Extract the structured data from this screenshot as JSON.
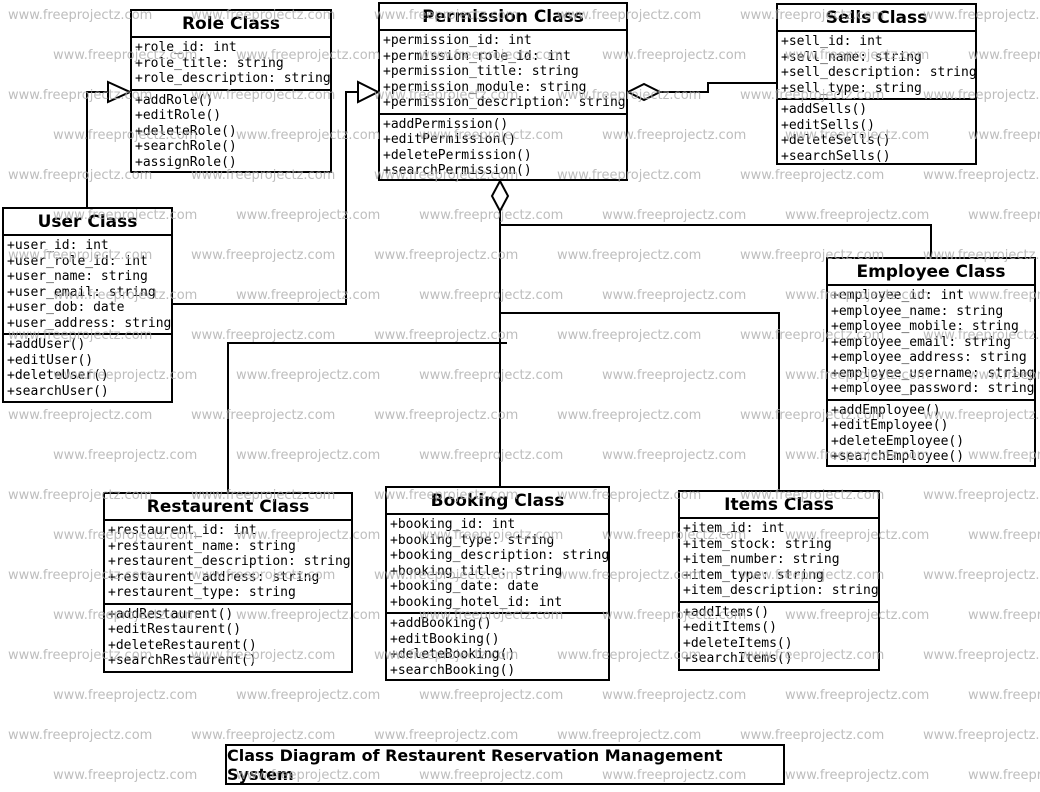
{
  "diagram_title": "Class Diagram of Restaurent Reservation Management System",
  "watermark": {
    "text": "www.freeprojectz.com",
    "color": "#adadad"
  },
  "classes": [
    {
      "id": "role",
      "title": "Role Class",
      "attributes": [
        "+role_id: int",
        "+role_title: string",
        "+role_description: string"
      ],
      "methods": [
        "+addRole()",
        "+editRole()",
        "+deleteRole()",
        "+searchRole()",
        "+assignRole()"
      ]
    },
    {
      "id": "permission",
      "title": "Permission Class",
      "attributes": [
        "+permission_id: int",
        "+permission_role_id: int",
        "+permission_title: string",
        "+permission_module: string",
        "+permission_description: string"
      ],
      "methods": [
        "+addPermission()",
        "+editPermission()",
        "+deletePermission()",
        "+searchPermission()"
      ]
    },
    {
      "id": "sells",
      "title": "Sells Class",
      "attributes": [
        "+sell_id: int",
        "+sell_name: string",
        "+sell_description: string",
        "+sell_type: string"
      ],
      "methods": [
        "+addSells()",
        "+editSells()",
        "+deleteSells()",
        "+searchSells()"
      ]
    },
    {
      "id": "user",
      "title": "User Class",
      "attributes": [
        "+user_id: int",
        "+user_role_id: int",
        "+user_name: string",
        "+user_email: string",
        "+user_dob: date",
        "+user_address: string"
      ],
      "methods": [
        "+addUser()",
        "+editUser()",
        "+deleteUser()",
        "+searchUser()"
      ]
    },
    {
      "id": "employee",
      "title": "Employee Class",
      "attributes": [
        "+employee_id: int",
        "+employee_name: string",
        "+employee_mobile: string",
        "+employee_email: string",
        "+employee_address: string",
        "+employee_username: string",
        "+employee_password: string"
      ],
      "methods": [
        "+addEmployee()",
        "+editEmployee()",
        "+deleteEmployee()",
        "+searchEmployee()"
      ]
    },
    {
      "id": "restaurent",
      "title": "Restaurent Class",
      "attributes": [
        "+restaurent_id: int",
        "+restaurent_name: string",
        "+restaurent_description: string",
        "+restaurent_address: string",
        "+restaurent_type: string"
      ],
      "methods": [
        "+addRestaurent()",
        "+editRestaurent()",
        "+deleteRestaurent()",
        "+searchRestaurent()"
      ]
    },
    {
      "id": "booking",
      "title": "Booking Class",
      "attributes": [
        "+booking_id: int",
        "+booking_type: string",
        "+booking_description: string",
        "+booking_title: string",
        "+booking_date: date",
        "+booking_hotel_id: int"
      ],
      "methods": [
        "+addBooking()",
        "+editBooking()",
        "+deleteBooking()",
        "+searchBooking()"
      ]
    },
    {
      "id": "items",
      "title": "Items Class",
      "attributes": [
        "+item_id: int",
        "+item_stock: string",
        "+item_number: string",
        "+item_type: string",
        "+item_description: string"
      ],
      "methods": [
        "+addItems()",
        "+editItems()",
        "+deleteItems()",
        "+searchItems()"
      ]
    }
  ],
  "relationships": [
    {
      "from": "User Class",
      "to": "Role Class",
      "type": "generalization"
    },
    {
      "from": "User Class",
      "to": "Permission Class",
      "type": "generalization"
    },
    {
      "from": "Permission Class",
      "to": "Sells Class",
      "type": "aggregation"
    },
    {
      "from": "Permission Class",
      "to": "Booking Class",
      "type": "aggregation"
    },
    {
      "from": "Permission Class",
      "to": "Employee Class",
      "type": "aggregation"
    },
    {
      "from": "Permission Class",
      "to": "Items Class",
      "type": "aggregation"
    },
    {
      "from": "Permission Class",
      "to": "Restaurent Class",
      "type": "aggregation"
    }
  ]
}
